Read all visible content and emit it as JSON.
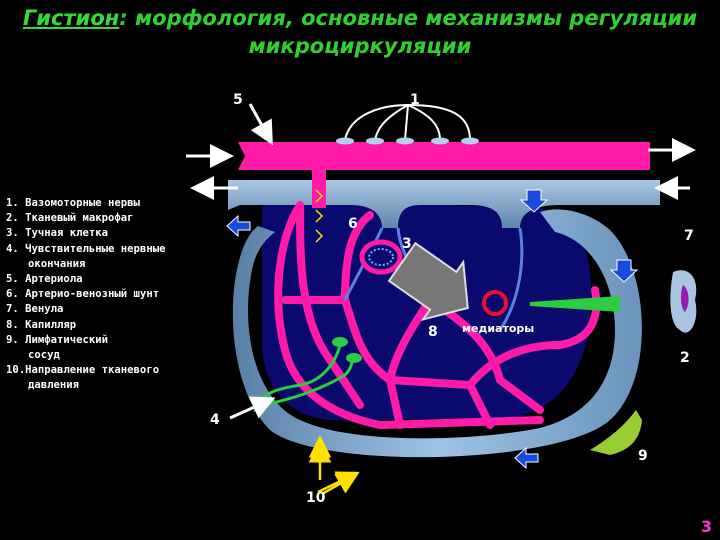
{
  "title": {
    "part1": "Гистион",
    "part2": ": морфология, основные механизмы регуляции",
    "line2": "микроциркуляции"
  },
  "legend": [
    {
      "text": "1. Вазомоторные нервы",
      "indent": false
    },
    {
      "text": "2. Тканевый макрофаг",
      "indent": false
    },
    {
      "text": "3. Тучная клетка",
      "indent": false
    },
    {
      "text": "4. Чувствительные нервные",
      "indent": false
    },
    {
      "text": "окончания",
      "indent": true
    },
    {
      "text": "5. Артериола",
      "indent": false
    },
    {
      "text": "6. Артерио-венозный шунт",
      "indent": false
    },
    {
      "text": "7. Венула",
      "indent": false
    },
    {
      "text": "8. Капилляр",
      "indent": false
    },
    {
      "text": "9. Лимфатический",
      "indent": false
    },
    {
      "text": "сосуд",
      "indent": true
    },
    {
      "text": "10.Направление тканевого",
      "indent": false
    },
    {
      "text": "давления",
      "indent": true
    }
  ],
  "labels": {
    "n1": "1",
    "n2": "2",
    "n3": "3",
    "n4": "4",
    "n5": "5",
    "n6": "6",
    "n7": "7",
    "n8": "8",
    "n9": "9",
    "n10": "10"
  },
  "mediators": "медиаторы",
  "slide_number": "3",
  "colors": {
    "title": "#2fd12f",
    "artery": "#ff1aa8",
    "venule": "#8fb6d8",
    "tissue": "#0a0a6e",
    "lymph": "#9acd32",
    "nerve": "#2ecc40"
  }
}
